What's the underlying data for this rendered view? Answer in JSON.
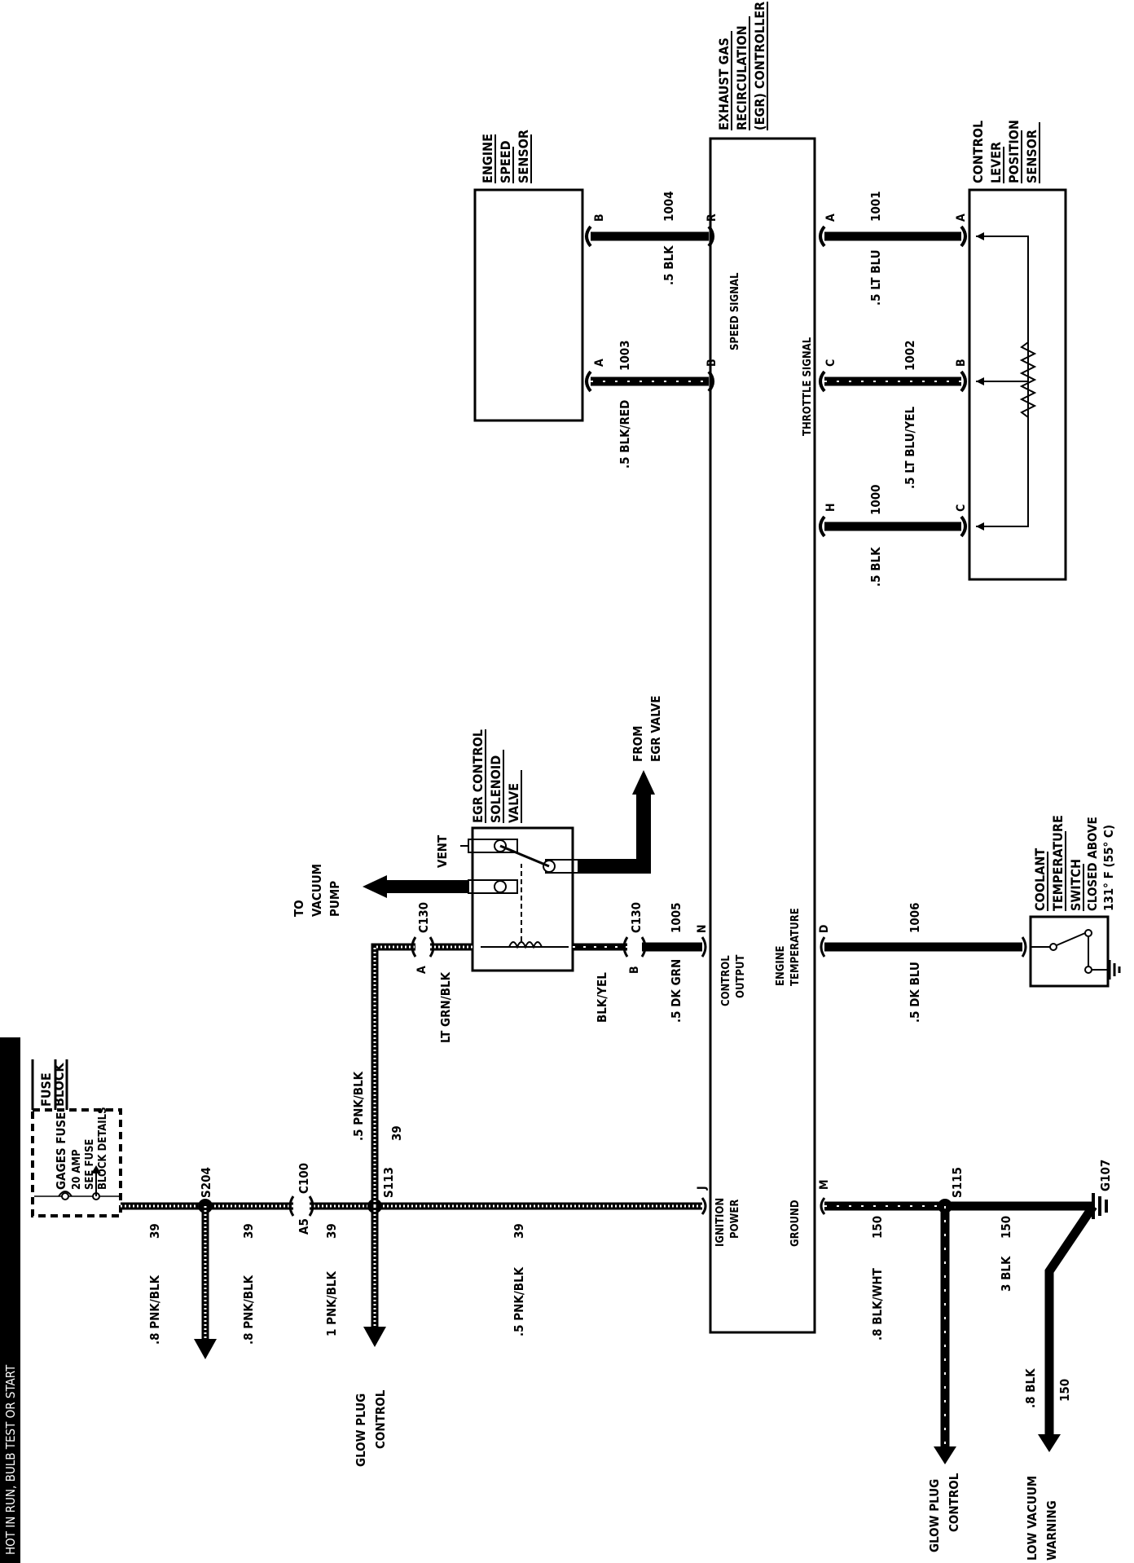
{
  "banner": "HOT IN RUN, BULB TEST OR START",
  "fuse_block": {
    "title_1": "FUSE",
    "title_2": "BLOCK",
    "fuse_name": "GAGES FUSE",
    "rating": "20 AMP",
    "note_1": "SEE FUSE",
    "note_2": "BLOCK DETAILS"
  },
  "splices": {
    "s204": "S204",
    "s113": "S113",
    "s115": "S115"
  },
  "connectors": {
    "c100": "C100",
    "c100_pin": "A5",
    "c130": "C130",
    "c130_pin_a": "A",
    "c130_pin_b": "B",
    "c130_b": "C130"
  },
  "ground": "G107",
  "wires": {
    "w_08pnk_a": ".8 PNK/BLK",
    "w_08pnk_b": ".8 PNK/BLK",
    "w_1pnk": "1 PNK/BLK",
    "w_5pnk_main": ".5 PNK/BLK",
    "w_5pnk_up": ".5 PNK/BLK",
    "c39_a": "39",
    "c39_b": "39",
    "c39_c": "39",
    "c39_d": "39",
    "c39_e": "39",
    "lt_grn": "LT GRN/BLK",
    "blk_yel": "BLK/YEL",
    "dk_grn": ".5 DK GRN",
    "c1005": "1005",
    "dk_blu": ".5 DK BLU",
    "c1006": "1006",
    "blk_wht": ".8 BLK/WHT",
    "c150_a": "150",
    "blk3": "3 BLK",
    "c150_b": "150",
    "blk08": ".8 BLK",
    "c150_c": "150",
    "blk_1004": ".5 BLK",
    "c1004": "1004",
    "blk_red": ".5 BLK/RED",
    "c1003": "1003",
    "lt_blu": ".5 LT BLU",
    "c1001": "1001",
    "lt_blu_yel": ".5 LT BLU/YEL",
    "c1002": "1002",
    "blk_1000": ".5 BLK",
    "c1000": "1000"
  },
  "egr_controller": {
    "title_1": "EXHAUST GAS",
    "title_2": "RECIRCULATION",
    "title_3": "(EGR) CONTROLLER",
    "pins": {
      "r": "R",
      "b": "B",
      "a": "A",
      "c": "C",
      "h": "H",
      "n": "N",
      "d": "D",
      "j": "J",
      "m": "M"
    },
    "speed_signal": "SPEED SIGNAL",
    "throttle_signal": "THROTTLE SIGNAL",
    "control_output_1": "CONTROL",
    "control_output_2": "OUTPUT",
    "engine_temp_1": "ENGINE",
    "engine_temp_2": "TEMPERATURE",
    "ignition_1": "IGNITION",
    "ignition_2": "POWER",
    "ground": "GROUND"
  },
  "engine_speed_sensor": {
    "title_1": "ENGINE",
    "title_2": "SPEED",
    "title_3": "SENSOR",
    "pin_b": "B",
    "pin_a": "A"
  },
  "control_lever_sensor": {
    "title_1": "CONTROL",
    "title_2": "LEVER",
    "title_3": "POSITION",
    "title_4": "SENSOR",
    "pin_a": "A",
    "pin_b": "B",
    "pin_c": "C"
  },
  "egr_solenoid": {
    "title_1": "EGR CONTROL",
    "title_2": "SOLENOID",
    "title_3": "VALVE",
    "vent": "VENT",
    "to_1": "TO",
    "to_2": "VACUUM",
    "to_3": "PUMP",
    "from_1": "FROM",
    "from_2": "EGR VALVE"
  },
  "coolant_switch": {
    "title_1": "COOLANT",
    "title_2": "TEMPERATURE",
    "title_3": "SWITCH",
    "note_1": "CLOSED ABOVE",
    "note_2": "131° F (55° C)"
  },
  "destinations": {
    "glow_1_a": "GLOW PLUG",
    "glow_1_b": "CONTROL",
    "glow_2_a": "GLOW PLUG",
    "glow_2_b": "CONTROL",
    "low_vac_a": "LOW VACUUM",
    "low_vac_b": "WARNING"
  }
}
